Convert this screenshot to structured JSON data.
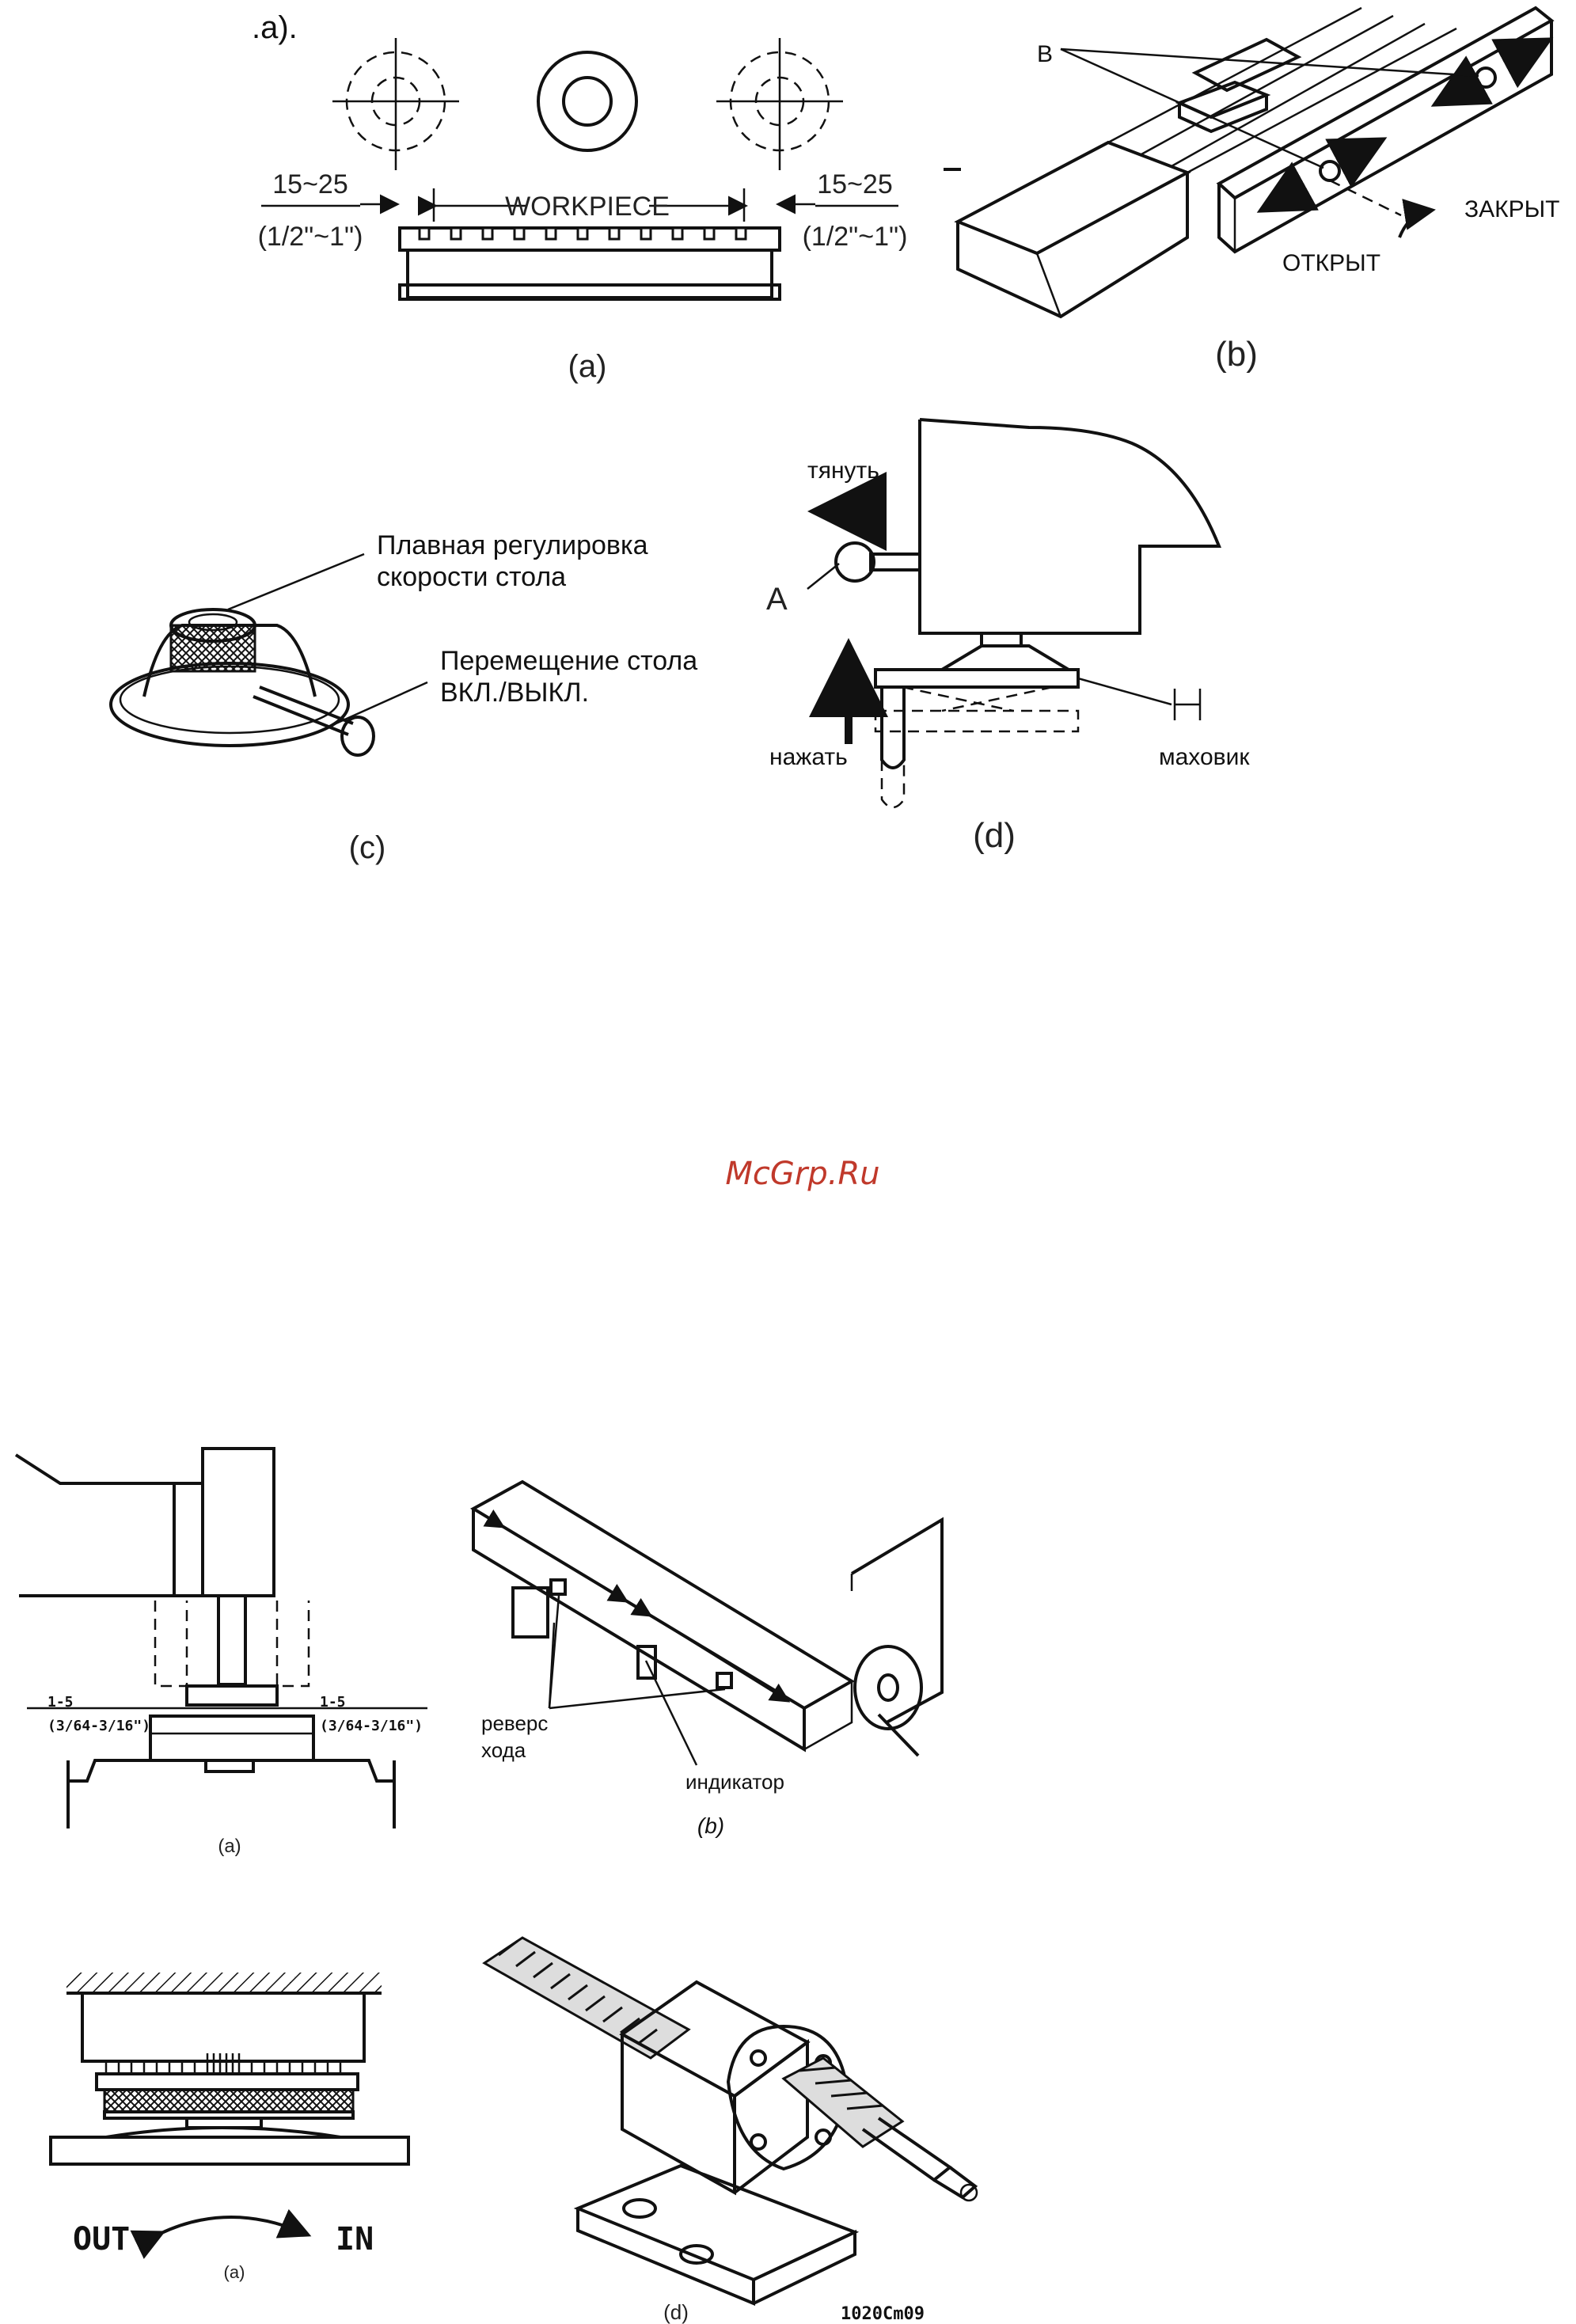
{
  "top_fragment": ".a).",
  "figA": {
    "workpiece": "WORKPIECE",
    "dim_left": "15~25",
    "dim_left_in": "(1/2\"~1\")",
    "dim_right": "15~25",
    "dim_right_in": "(1/2\"~1\")",
    "caption": "(a)"
  },
  "figB": {
    "label_b": "B",
    "label_closed": "ЗАКРЫТ",
    "label_open": "ОТКРЫТ",
    "caption": "(b)"
  },
  "figC": {
    "label_speed_line1": "Плавная регулировка",
    "label_speed_line2": "скорости стола",
    "label_move_line1": "Перемещение стола",
    "label_move_line2": "ВКЛ./ВЫКЛ.",
    "caption": "(c)"
  },
  "figD": {
    "label_pull": "тянуть",
    "label_a": "A",
    "label_push": "нажать",
    "label_handwheel": "маховик",
    "caption": "(d)"
  },
  "watermark": "McGrp.Ru",
  "figA2": {
    "dim_left": "1-5",
    "dim_left_in": "(3/64-3/16\")",
    "dim_right": "1-5",
    "dim_right_in": "(3/64-3/16\")",
    "caption": "(a)"
  },
  "figB2": {
    "label_reverse_line1": "реверс",
    "label_reverse_line2": "хода",
    "label_indicator": "индикатор",
    "caption": "(b)"
  },
  "figC2": {
    "label_out": "OUT",
    "label_in": "IN",
    "caption": "(a)"
  },
  "figD2": {
    "caption": "(d)",
    "code": "1020Cm09"
  }
}
